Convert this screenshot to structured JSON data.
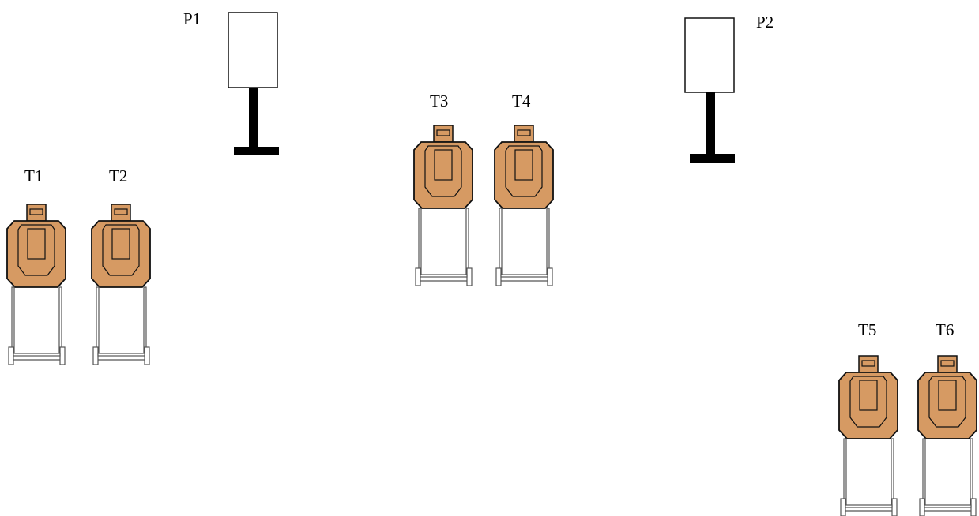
{
  "colors": {
    "target_fill": "#d69a63",
    "outline": "#111111",
    "post": "#000000",
    "stand": "#555555"
  },
  "poppers": [
    {
      "id": "p1",
      "label": "P1"
    },
    {
      "id": "p2",
      "label": "P2"
    }
  ],
  "targets": [
    {
      "id": "t1",
      "label": "T1"
    },
    {
      "id": "t2",
      "label": "T2"
    },
    {
      "id": "t3",
      "label": "T3"
    },
    {
      "id": "t4",
      "label": "T4"
    },
    {
      "id": "t5",
      "label": "T5"
    },
    {
      "id": "t6",
      "label": "T6"
    }
  ]
}
